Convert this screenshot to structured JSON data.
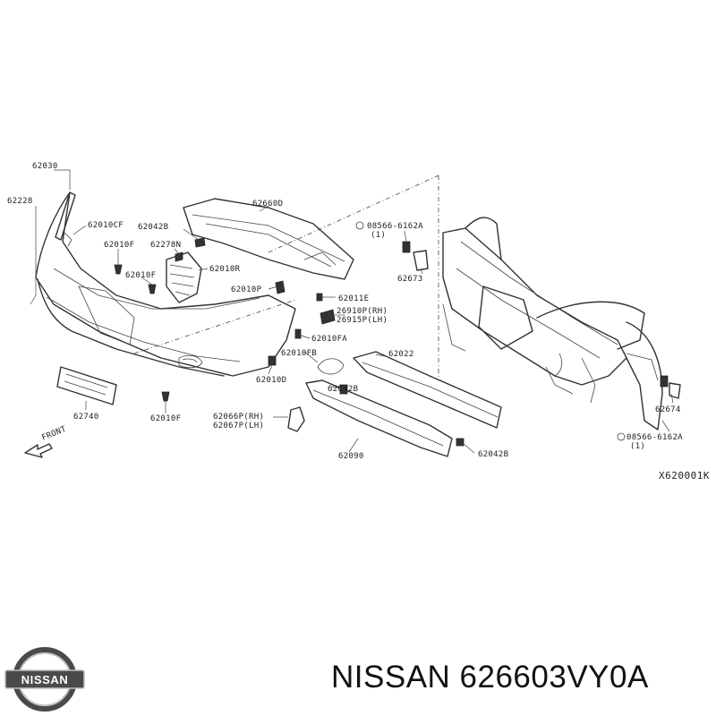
{
  "diagram": {
    "reference_code": "X620001K",
    "front_label": "FRONT",
    "labels": [
      {
        "id": "l-62030",
        "text": "62030"
      },
      {
        "id": "l-62228",
        "text": "62228"
      },
      {
        "id": "l-62010cf-a",
        "text": "62010CF"
      },
      {
        "id": "l-62010f-a",
        "text": "62010F"
      },
      {
        "id": "l-62010f-b",
        "text": "62010F"
      },
      {
        "id": "l-62042b-a",
        "text": "62042B"
      },
      {
        "id": "l-62278n",
        "text": "62278N"
      },
      {
        "id": "l-62660d",
        "text": "62660D"
      },
      {
        "id": "l-62010r",
        "text": "62010R"
      },
      {
        "id": "l-62010p",
        "text": "62010P"
      },
      {
        "id": "l-62011e",
        "text": "62011E"
      },
      {
        "id": "l-26910p",
        "text": "26910P(RH)"
      },
      {
        "id": "l-26915p",
        "text": "26915P(LH)"
      },
      {
        "id": "l-62010fa",
        "text": "62010FA"
      },
      {
        "id": "l-62010fb",
        "text": "62010FB"
      },
      {
        "id": "l-62010d",
        "text": "62010D"
      },
      {
        "id": "l-62042b-b",
        "text": "62042B"
      },
      {
        "id": "l-62022",
        "text": "62022"
      },
      {
        "id": "l-62066p",
        "text": "62066P(RH)"
      },
      {
        "id": "l-62067p",
        "text": "62067P(LH)"
      },
      {
        "id": "l-62740",
        "text": "62740"
      },
      {
        "id": "l-62010f-c",
        "text": "62010F"
      },
      {
        "id": "l-62090",
        "text": "62090"
      },
      {
        "id": "l-62042b-c",
        "text": "62042B"
      },
      {
        "id": "l-08566-a",
        "text": "08566-6162A"
      },
      {
        "id": "l-qty-a",
        "text": "(1)"
      },
      {
        "id": "l-62673",
        "text": "62673"
      },
      {
        "id": "l-62674",
        "text": "62674"
      },
      {
        "id": "l-08566-b",
        "text": "08566-6162A"
      },
      {
        "id": "l-qty-b",
        "text": "(1)"
      }
    ]
  },
  "brand": {
    "logo_text": "NISSAN",
    "logo_color": "#4a4a4a"
  },
  "caption": {
    "text": "NISSAN 626603VY0A"
  }
}
